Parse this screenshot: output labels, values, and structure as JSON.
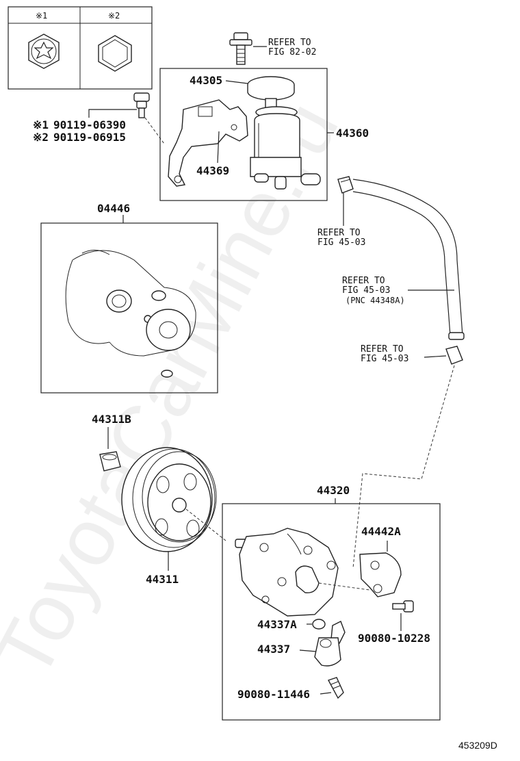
{
  "legend": {
    "col1": "※1",
    "col2": "※2"
  },
  "refs": {
    "fig_82_02": [
      "REFER TO",
      "FIG 82-02"
    ],
    "fig_45_03_a": [
      "REFER TO",
      "FIG 45-03"
    ],
    "fig_45_03_b": [
      "REFER TO",
      "FIG 45-03",
      "(PNC 44348A)"
    ],
    "fig_45_03_c": [
      "REFER TO",
      "FIG 45-03"
    ]
  },
  "bolt_alts": [
    {
      "mark": "※1",
      "part": "90119-06390"
    },
    {
      "mark": "※2",
      "part": "90119-06915"
    }
  ],
  "parts": {
    "p44305": "44305",
    "p44360": "44360",
    "p44369": "44369",
    "p04446": "04446",
    "p44311B": "44311B",
    "p44311": "44311",
    "p44320": "44320",
    "p44442A": "44442A",
    "p44337A": "44337A",
    "p44337": "44337",
    "p90080_10228": "90080-10228",
    "p90080_11446": "90080-11446"
  },
  "diagram_code": "453209D",
  "watermark": "ToyotaCarMine.ru"
}
